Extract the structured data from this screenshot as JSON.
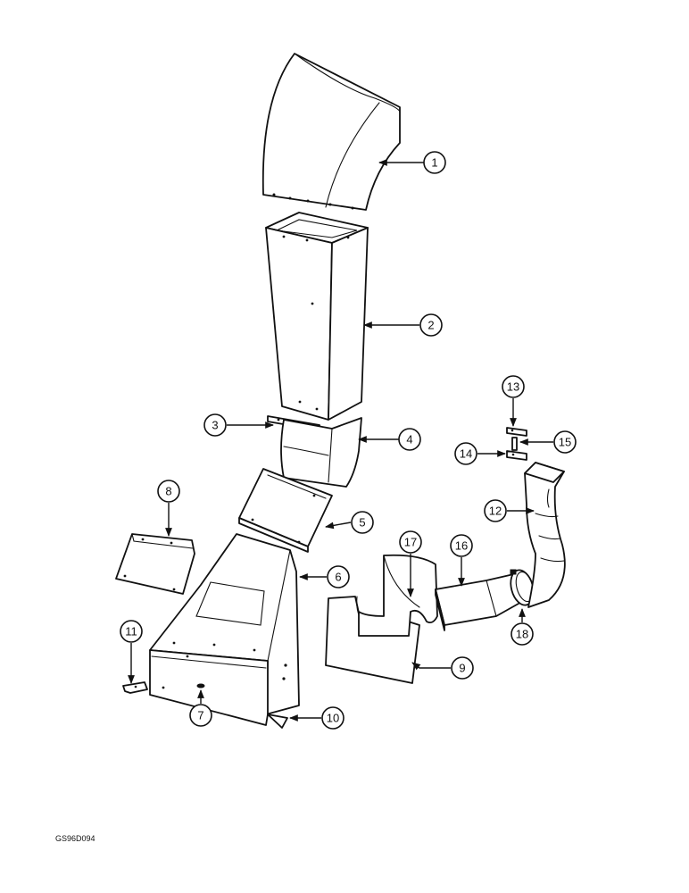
{
  "diagram_code": "GS96D094",
  "callouts": [
    {
      "id": "1",
      "label": "1"
    },
    {
      "id": "2",
      "label": "2"
    },
    {
      "id": "3",
      "label": "3"
    },
    {
      "id": "4",
      "label": "4"
    },
    {
      "id": "5",
      "label": "5"
    },
    {
      "id": "6",
      "label": "6"
    },
    {
      "id": "7",
      "label": "7"
    },
    {
      "id": "8",
      "label": "8"
    },
    {
      "id": "9",
      "label": "9"
    },
    {
      "id": "10",
      "label": "10"
    },
    {
      "id": "11",
      "label": "11"
    },
    {
      "id": "12",
      "label": "12"
    },
    {
      "id": "13",
      "label": "13"
    },
    {
      "id": "14",
      "label": "14"
    },
    {
      "id": "15",
      "label": "15"
    },
    {
      "id": "16",
      "label": "16"
    },
    {
      "id": "17",
      "label": "17"
    },
    {
      "id": "18",
      "label": "18"
    }
  ]
}
